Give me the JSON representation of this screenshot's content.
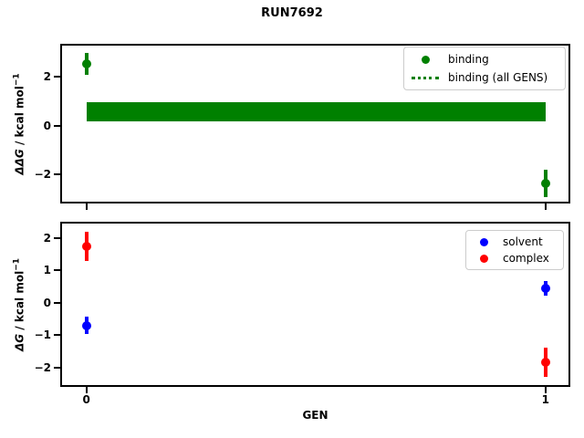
{
  "figure": {
    "title": "RUN7692",
    "background": "#ffffff",
    "axis_color": "#000000"
  },
  "chart_data": [
    {
      "id": "upper",
      "type": "scatter",
      "title": "",
      "ylabel": {
        "symbol": "ΔΔG",
        "unit": " / kcal mol",
        "sup": "−1"
      },
      "xlabel": "",
      "xlim": [
        -0.053,
        1.05
      ],
      "ylim": [
        -3.1,
        3.25
      ],
      "grid": false,
      "legend_position": "upper right",
      "yticks": [
        {
          "v": 2,
          "label": "2"
        },
        {
          "v": 0,
          "label": "0"
        },
        {
          "v": -2,
          "label": "−2"
        }
      ],
      "xticks": [
        {
          "v": 0,
          "label": ""
        },
        {
          "v": 1,
          "label": ""
        }
      ],
      "series": [
        {
          "name": "binding",
          "color": "#008000",
          "marker": "circle",
          "x": [
            0,
            1
          ],
          "y": [
            2.5,
            -2.35
          ],
          "yerr": [
            0.45,
            0.55
          ]
        }
      ],
      "band": {
        "name": "binding (all GENS)",
        "color": "#008000",
        "x": [
          0,
          1
        ],
        "ylow": 0.15,
        "yhigh": 0.95
      },
      "legend": {
        "items": [
          {
            "label": "binding",
            "marker": "dot",
            "color": "#008000"
          },
          {
            "label": "binding (all GENS)",
            "marker": "dotted-line",
            "color": "#008000"
          }
        ]
      }
    },
    {
      "id": "lower",
      "type": "scatter",
      "title": "",
      "ylabel": {
        "symbol": "ΔG",
        "unit": " / kcal mol",
        "sup": "−1"
      },
      "xlabel": "GEN",
      "xlim": [
        -0.053,
        1.05
      ],
      "ylim": [
        -2.55,
        2.45
      ],
      "grid": false,
      "legend_position": "upper right",
      "yticks": [
        {
          "v": 2,
          "label": "2"
        },
        {
          "v": 1,
          "label": "1"
        },
        {
          "v": 0,
          "label": "0"
        },
        {
          "v": -1,
          "label": "−1"
        },
        {
          "v": -2,
          "label": "−2"
        }
      ],
      "xticks": [
        {
          "v": 0,
          "label": "0"
        },
        {
          "v": 1,
          "label": "1"
        }
      ],
      "series": [
        {
          "name": "solvent",
          "color": "#0000ff",
          "marker": "circle",
          "x": [
            0,
            1
          ],
          "y": [
            -0.7,
            0.45
          ],
          "yerr": [
            0.27,
            0.22
          ]
        },
        {
          "name": "complex",
          "color": "#ff0000",
          "marker": "circle",
          "x": [
            0,
            1
          ],
          "y": [
            1.75,
            -1.85
          ],
          "yerr": [
            0.45,
            0.45
          ]
        }
      ],
      "legend": {
        "items": [
          {
            "label": "solvent",
            "marker": "dot",
            "color": "#0000ff"
          },
          {
            "label": "complex",
            "marker": "dot",
            "color": "#ff0000"
          }
        ]
      }
    }
  ]
}
